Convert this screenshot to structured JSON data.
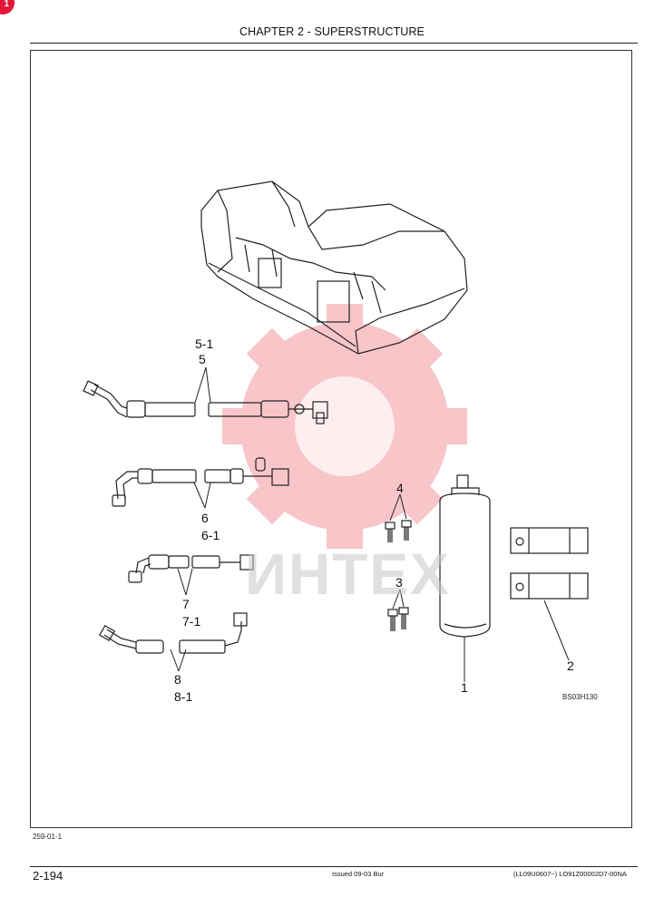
{
  "header": {
    "badge": "1",
    "chapter_title": "CHAPTER 2 - SUPERSTRUCTURE"
  },
  "figure": {
    "callouts": {
      "c5_1": "5-1",
      "c5": "5",
      "c6": "6",
      "c6_1": "6-1",
      "c7": "7",
      "c7_1": "7-1",
      "c8": "8",
      "c8_1": "8-1",
      "c4": "4",
      "c3": "3",
      "c1": "1",
      "c2": "2"
    },
    "figure_code": "BS03H130",
    "watermark_text": "ИHTEX",
    "frame_code": "259-01-1"
  },
  "footer": {
    "page_number": "2-194",
    "issued": "Issued 09-03   Bur",
    "reference": "(LL09U0607~)   LO91Z00002D7-00NA"
  },
  "colors": {
    "watermark_red": "#e8343c",
    "watermark_gray": "#c8c8c8",
    "badge_red": "#e3163a"
  }
}
